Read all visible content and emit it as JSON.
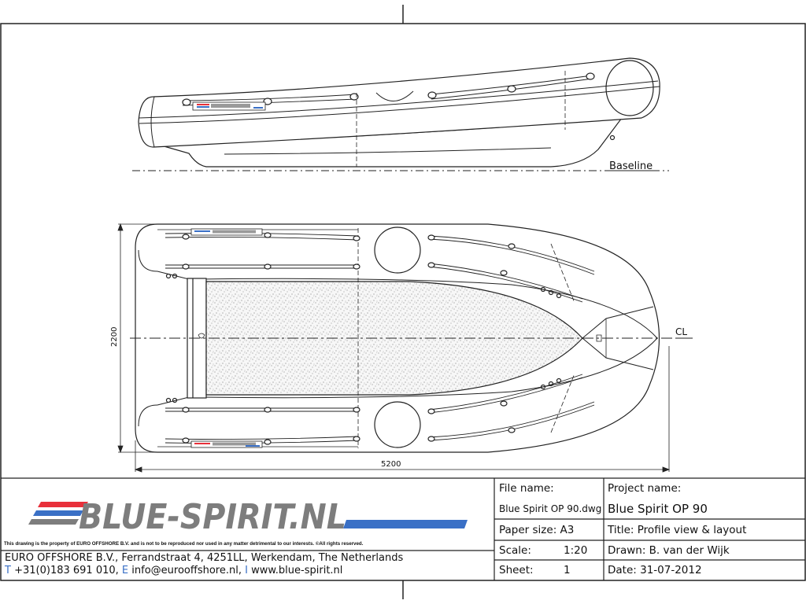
{
  "drawing": {
    "baseline_label": "Baseline",
    "centerline_label": "CL",
    "width_dimension": "2200",
    "length_dimension": "5200"
  },
  "logo": {
    "text": "BLUE-SPIRIT.NL",
    "stripe_red": "#e8303a",
    "stripe_blue": "#3a70c6",
    "text_color": "#7d7d7d"
  },
  "title_block": {
    "disclaimer": "This drawing is the property of EURO OFFSHORE B.V. and is not to be reproduced nor used in any matter detrimental to our interests. ©All rights reserved.",
    "address": "EURO OFFSHORE B.V., Ferrandstraat 4, 4251LL, Werkendam, The Netherlands",
    "contact": {
      "t_letter": "T",
      "phone": "+31(0)183 691 010,",
      "e_letter": "E",
      "email": "info@eurooffshore.nl,",
      "i_letter": "I",
      "web": "www.blue-spirit.nl"
    },
    "file_name_label": "File name:",
    "file_name_value": "Blue Spirit OP 90.dwg",
    "paper_size": "Paper size: A3",
    "scale_label": "Scale:",
    "scale_value": "1:20",
    "sheet_label": "Sheet:",
    "sheet_value": "1",
    "project_name_label": "Project name:",
    "project_name_value": "Blue Spirit OP 90",
    "title": "Title:   Profile view & layout",
    "drawn": "Drawn: B. van der Wijk",
    "date": "Date:  31-07-2012"
  }
}
